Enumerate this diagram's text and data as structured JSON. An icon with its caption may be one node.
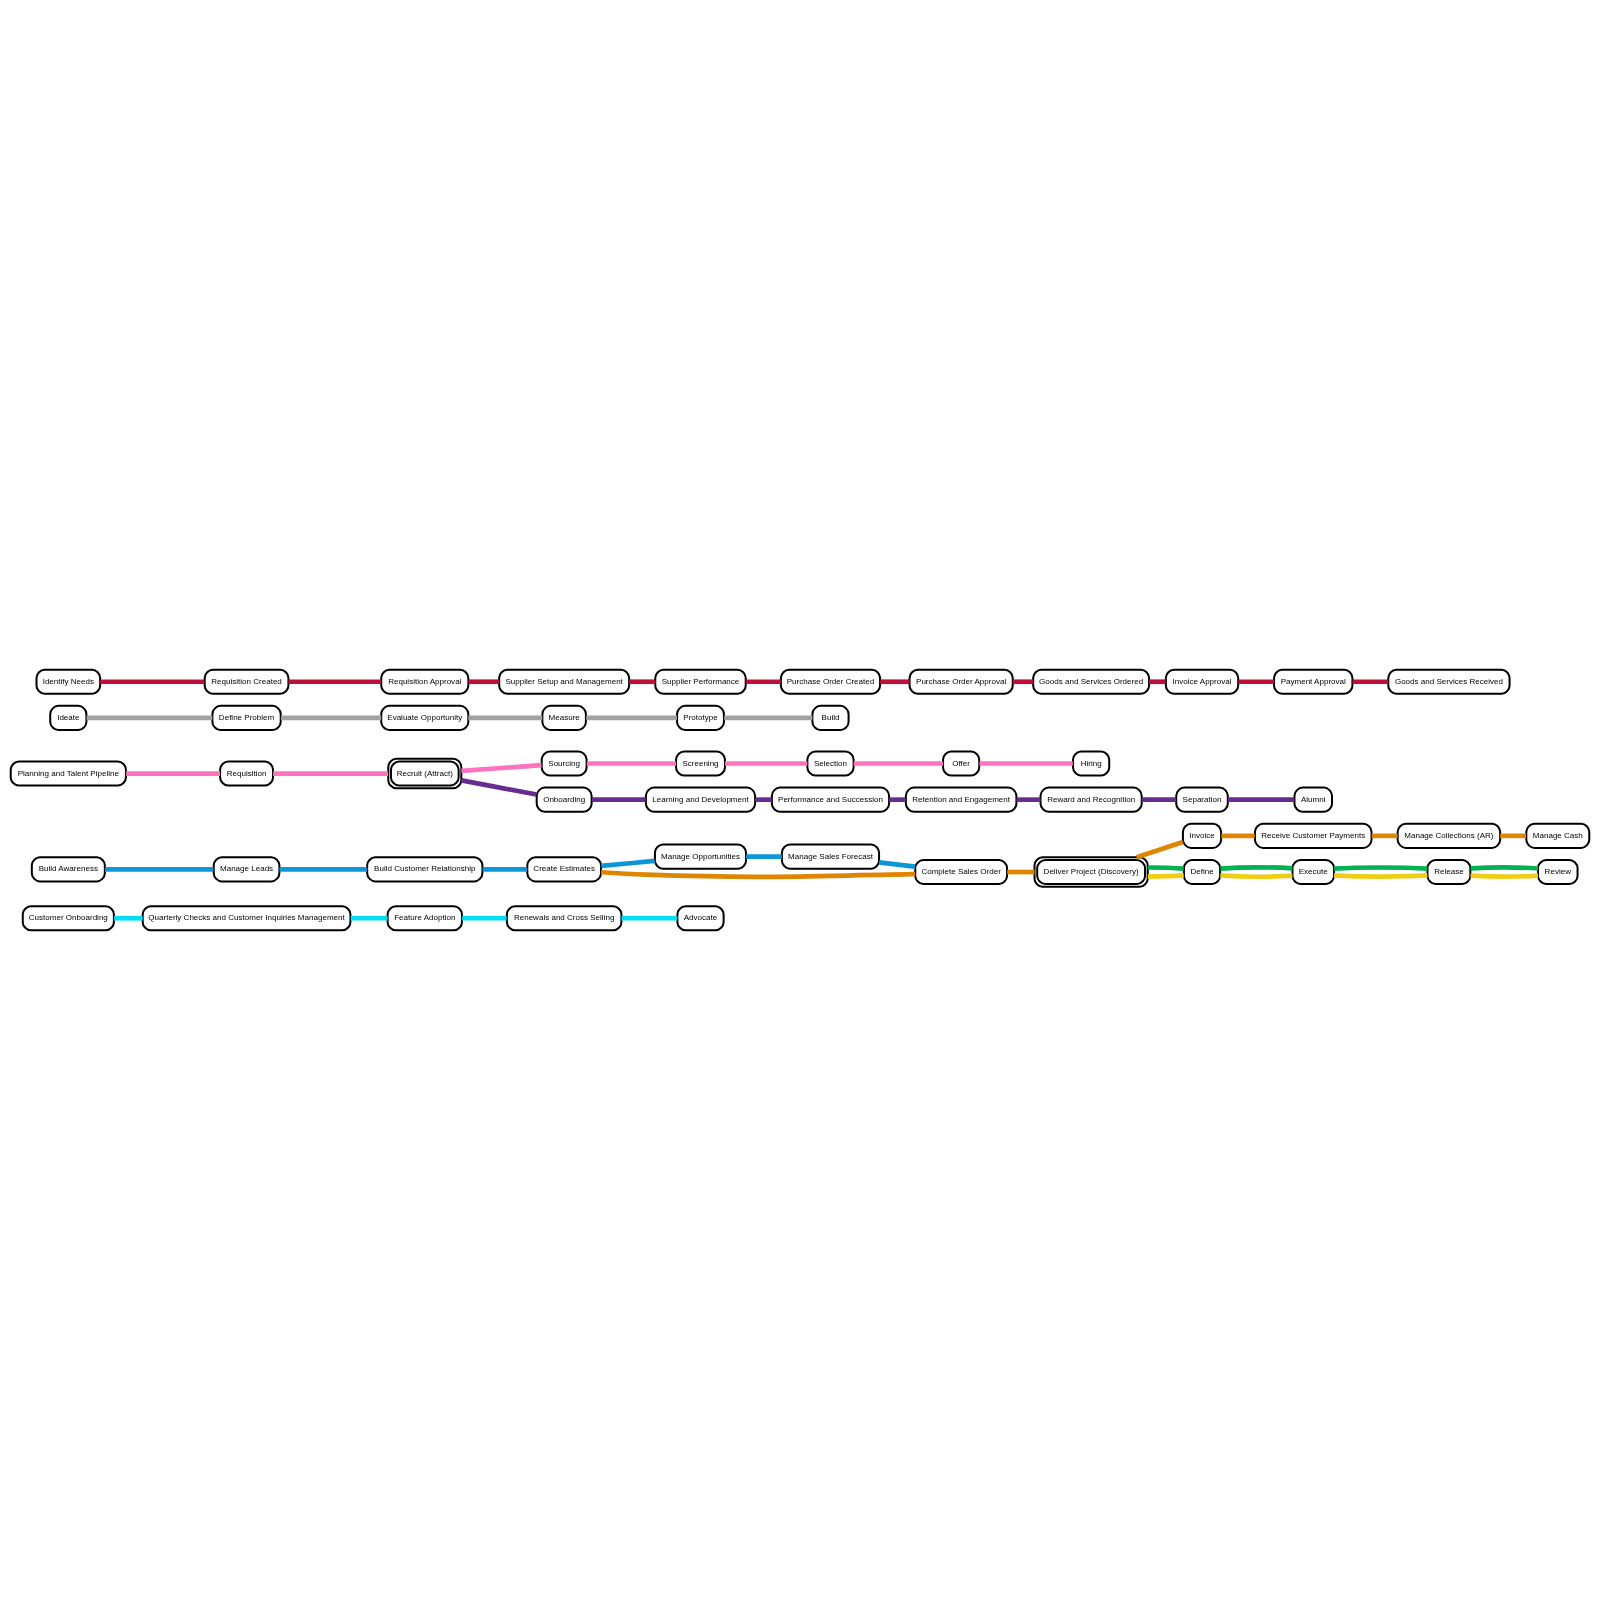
{
  "diagram": {
    "nodes": [
      {
        "text": [
          "Customer Onboarding"
        ]
      },
      {
        "text": [
          "Quarterly Checks and Customer Inquiries Management"
        ]
      },
      {
        "text": [
          "Feature Adoption"
        ]
      },
      {
        "text": [
          "Renewals and Cross Selling"
        ]
      },
      {
        "text": [
          "Advocate"
        ]
      },
      {
        "text": [
          "Build Awareness"
        ]
      },
      {
        "text": [
          "Manage Leads"
        ]
      },
      {
        "text": [
          "Build Customer Relationship"
        ]
      },
      {
        "text": [
          "Create Estimates"
        ]
      },
      {
        "text": [
          "Manage Opportunities"
        ]
      },
      {
        "text": [
          "Manage Sales Forecast"
        ]
      },
      {
        "text": [
          "Complete Sales Order"
        ]
      },
      {
        "text": [
          "Deliver Project (Discovery)"
        ]
      },
      {
        "text": [
          "Invoice"
        ]
      },
      {
        "text": [
          "Receive Customer Payments"
        ]
      },
      {
        "text": [
          "Manage Collections (AR)"
        ]
      },
      {
        "text": [
          "Manage Cash"
        ]
      },
      {
        "text": [
          "Define"
        ]
      },
      {
        "text": [
          "Execute"
        ]
      },
      {
        "text": [
          "Release"
        ]
      },
      {
        "text": [
          "Review"
        ]
      },
      {
        "text": [
          "Planning and Talent Pipeline"
        ]
      },
      {
        "text": [
          "Requisition"
        ]
      },
      {
        "text": [
          "Recruit (Attract)"
        ]
      },
      {
        "text": [
          "Sourcing"
        ]
      },
      {
        "text": [
          "Screening"
        ]
      },
      {
        "text": [
          "Selection"
        ]
      },
      {
        "text": [
          "Offer"
        ]
      },
      {
        "text": [
          "Hiring"
        ]
      },
      {
        "text": [
          "Onboarding"
        ]
      },
      {
        "text": [
          "Learning and Development"
        ]
      },
      {
        "text": [
          "Performance and Succession"
        ]
      },
      {
        "text": [
          "Retention and Engagement"
        ]
      },
      {
        "text": [
          "Reward and Recognition"
        ]
      },
      {
        "text": [
          "Separation"
        ]
      },
      {
        "text": [
          "Alumni"
        ]
      },
      {
        "text": [
          "Ideate"
        ]
      },
      {
        "text": [
          "Define Problem"
        ]
      },
      {
        "text": [
          "Evaluate Opportunity"
        ]
      },
      {
        "text": [
          "Measure"
        ]
      },
      {
        "text": [
          "Prototype"
        ]
      },
      {
        "text": [
          "Build"
        ]
      },
      {
        "text": [
          "Identify Needs"
        ]
      },
      {
        "text": [
          "Requisition Created"
        ]
      },
      {
        "text": [
          "Requisition Approval"
        ]
      },
      {
        "text": [
          "Supplier Setup and Management"
        ]
      },
      {
        "text": [
          "Supplier Performance"
        ]
      },
      {
        "text": [
          "Purchase Order Created"
        ]
      },
      {
        "text": [
          "Purchase Order Approval"
        ]
      },
      {
        "text": [
          "Goods and Services Ordered"
        ]
      },
      {
        "text": [
          "Invoice Approval"
        ]
      },
      {
        "text": [
          "Payment Approval"
        ]
      },
      {
        "text": [
          "Goods and Services Received"
        ]
      }
    ],
    "edges": [
      {
        "from": 0,
        "to": 1,
        "arrow": "none",
        "color": "#00ddf5"
      },
      {
        "from": 1,
        "to": 2,
        "arrow": "none",
        "color": "#00ddf5"
      },
      {
        "from": 2,
        "to": 3,
        "arrow": "none",
        "color": "#00ddf5"
      },
      {
        "from": 3,
        "to": 4,
        "arrow": "none",
        "color": "#00ddf5"
      },
      {
        "from": 5,
        "to": 6,
        "arrow": "none",
        "color": "#0c96d6"
      },
      {
        "from": 6,
        "to": 7,
        "arrow": "none",
        "color": "#0c96d6"
      },
      {
        "from": 7,
        "to": 8,
        "arrow": "none",
        "color": "#0c96d6"
      },
      {
        "from": 8,
        "to": 9,
        "arrow": "none",
        "color": "#0c96d6"
      },
      {
        "from": 9,
        "to": 10,
        "arrow": "none",
        "color": "#0c96d6"
      },
      {
        "from": 10,
        "to": 11,
        "arrow": "none",
        "color": "#0c96d6"
      },
      {
        "from": 8,
        "to": 11,
        "arrow": "none",
        "color": "#df8600"
      },
      {
        "from": 11,
        "to": 12,
        "arrow": "none",
        "color": "#df8600"
      },
      {
        "from": 12,
        "to": 13,
        "arrow": "none",
        "color": "#df8600"
      },
      {
        "from": 13,
        "to": 14,
        "arrow": "none",
        "color": "#df8600"
      },
      {
        "from": 14,
        "to": 15,
        "arrow": "none",
        "color": "#df8600"
      },
      {
        "from": 15,
        "to": 16,
        "arrow": "none",
        "color": "#df8600"
      },
      {
        "from": 12,
        "to": 17,
        "arrow": "none",
        "color": "#f0ce15"
      },
      {
        "from": 17,
        "to": 18,
        "arrow": "none",
        "color": "#f0ce15"
      },
      {
        "from": 18,
        "to": 19,
        "arrow": "none",
        "color": "#f0ce15"
      },
      {
        "from": 19,
        "to": 20,
        "arrow": "none",
        "color": "#f0ce15"
      },
      {
        "from": 12,
        "to": 17,
        "arrow": "none",
        "color": "#00b251"
      },
      {
        "from": 17,
        "to": 18,
        "arrow": "none",
        "color": "#00b251"
      },
      {
        "from": 18,
        "to": 19,
        "arrow": "none",
        "color": "#00b251"
      },
      {
        "from": 19,
        "to": 20,
        "arrow": "none",
        "color": "#00b251"
      },
      {
        "from": 21,
        "to": 22,
        "arrow": "none",
        "color": "#ff72bf"
      },
      {
        "from": 22,
        "to": 23,
        "arrow": "none",
        "color": "#ff72bf"
      },
      {
        "from": 23,
        "to": 24,
        "arrow": "none",
        "color": "#ff72bf"
      },
      {
        "from": 24,
        "to": 25,
        "arrow": "none",
        "color": "#ff72bf"
      },
      {
        "from": 25,
        "to": 26,
        "arrow": "none",
        "color": "#ff72bf"
      },
      {
        "from": 26,
        "to": 27,
        "arrow": "none",
        "color": "#ff72bf"
      },
      {
        "from": 27,
        "to": 28,
        "arrow": "none",
        "color": "#ff72bf"
      },
      {
        "from": 23,
        "to": 29,
        "arrow": "none",
        "color": "#662c90"
      },
      {
        "from": 29,
        "to": 30,
        "arrow": "none",
        "color": "#662c90"
      },
      {
        "from": 30,
        "to": 31,
        "arrow": "none",
        "color": "#662c90"
      },
      {
        "from": 31,
        "to": 32,
        "arrow": "none",
        "color": "#662c90"
      },
      {
        "from": 32,
        "to": 33,
        "arrow": "none",
        "color": "#662c90"
      },
      {
        "from": 33,
        "to": 34,
        "arrow": "none",
        "color": "#662c90"
      },
      {
        "from": 34,
        "to": 35,
        "arrow": "none",
        "color": "#662c90"
      },
      {
        "from": 36,
        "to": 37,
        "arrow": "none",
        "color": "#a2a2a2"
      },
      {
        "from": 37,
        "to": 38,
        "arrow": "none",
        "color": "#a2a2a2"
      },
      {
        "from": 38,
        "to": 39,
        "arrow": "none",
        "color": "#a2a2a2"
      },
      {
        "from": 39,
        "to": 40,
        "arrow": "none",
        "color": "#a2a2a2"
      },
      {
        "from": 40,
        "to": 41,
        "arrow": "none",
        "color": "#a2a2a2"
      },
      {
        "from": 42,
        "to": 43,
        "arrow": "none",
        "color": "#bd1038"
      },
      {
        "from": 43,
        "to": 44,
        "arrow": "none",
        "color": "#bd1038"
      },
      {
        "from": 44,
        "to": 45,
        "arrow": "none",
        "color": "#bd1038"
      },
      {
        "from": 45,
        "to": 46,
        "arrow": "none",
        "color": "#bd1038"
      },
      {
        "from": 46,
        "to": 47,
        "arrow": "none",
        "color": "#bd1038"
      },
      {
        "from": 47,
        "to": 48,
        "arrow": "none",
        "color": "#bd1038"
      },
      {
        "from": 48,
        "to": 49,
        "arrow": "none",
        "color": "#bd1038"
      },
      {
        "from": 49,
        "to": 50,
        "arrow": "none",
        "color": "#bd1038"
      },
      {
        "from": 50,
        "to": 51,
        "arrow": "none",
        "color": "#bd1038"
      },
      {
        "from": 51,
        "to": 52,
        "arrow": "none",
        "color": "#bd1038"
      }
    ]
  }
}
